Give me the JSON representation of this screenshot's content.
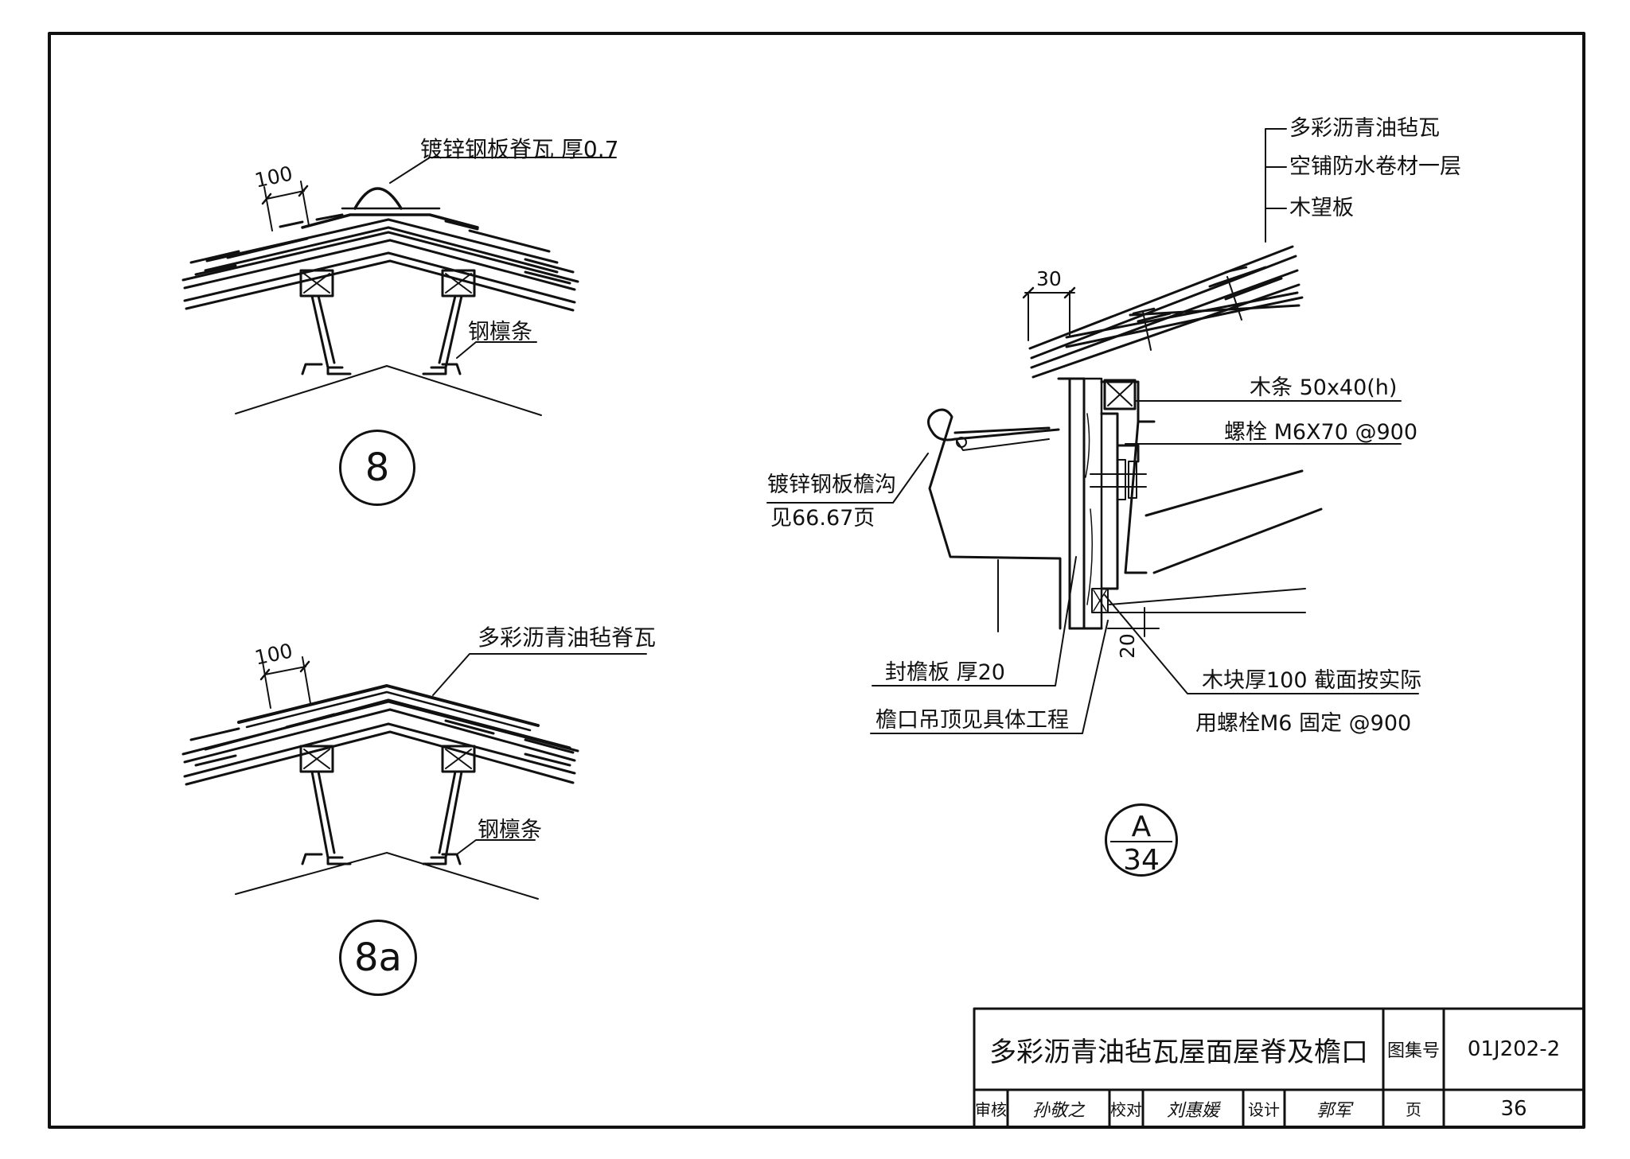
{
  "detail_8": {
    "label_cap": "镀锌钢板脊瓦 厚0.7",
    "dim_100": "100",
    "label_purlin": "钢檩条",
    "id": "8"
  },
  "detail_8a": {
    "label_cap": "多彩沥青油毡脊瓦",
    "dim_100": "100",
    "label_purlin": "钢檩条",
    "id": "8a"
  },
  "detail_A": {
    "label_shingle": "多彩沥青油毡瓦",
    "label_membrane": "空铺防水卷材一层",
    "label_board": "木望板",
    "dim_30": "30",
    "label_batten": "木条 50x40(h)",
    "label_bolt": "螺栓 M6X70 @900",
    "label_gutter_1": "镀锌钢板檐沟",
    "label_gutter_2": "见66.67页",
    "dim_20": "20",
    "label_fascia": "封檐板 厚20",
    "label_soffit": "檐口吊顶见具体工程",
    "label_block_1": "木块厚100  截面按实际",
    "label_block_2": "用螺栓M6 固定   @900",
    "ref_top": "A",
    "ref_bottom": "34"
  },
  "title_block": {
    "title": "多彩沥青油毡瓦屋面屋脊及檐口",
    "atlas_label": "图集号",
    "atlas_no": "01J202-2",
    "review_label": "审核",
    "review_sig": "孙敬之",
    "check_label": "校对",
    "check_sig": "刘惠媛",
    "design_label": "设计",
    "design_sig": "郭军",
    "page_label": "页",
    "page_no": "36"
  }
}
